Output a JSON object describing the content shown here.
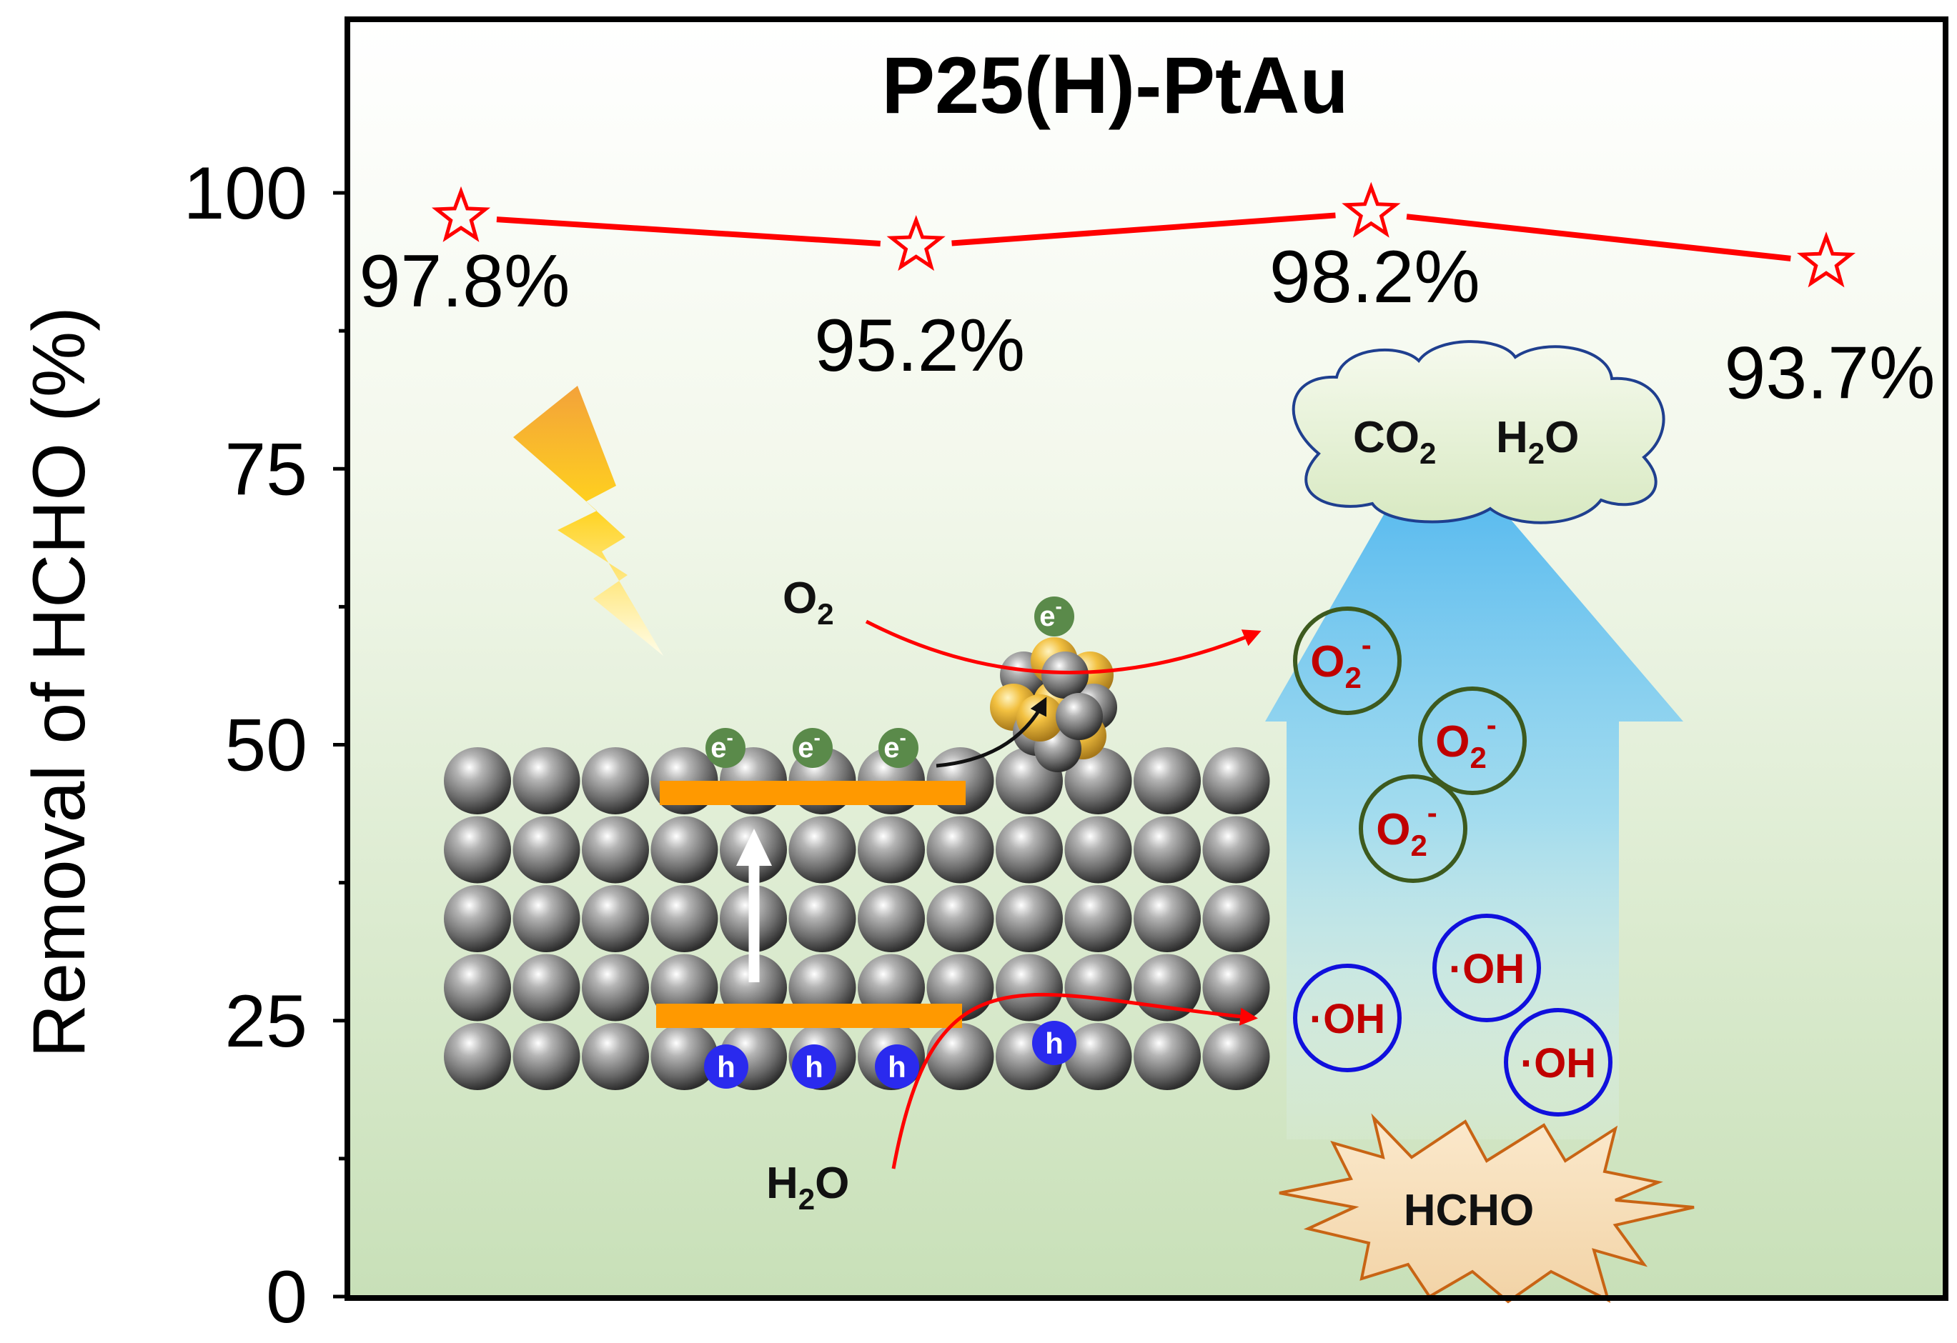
{
  "chart_data": {
    "type": "line",
    "title": "P25(H)-PtAu",
    "ylabel": "Removal of HCHO (%)",
    "xlabel": "",
    "ylim": [
      0,
      115
    ],
    "yticks": [
      0,
      25,
      50,
      75,
      100
    ],
    "grid": false,
    "series": [
      {
        "values": [
          97.8,
          95.2,
          98.2,
          93.7
        ],
        "labels": [
          "97.8%",
          "95.2%",
          "98.2%",
          "93.7%"
        ],
        "color": "#ff0000",
        "marker": "star"
      }
    ]
  },
  "annotations": {
    "cloud_co2_main": "CO",
    "cloud_co2_sub": "2",
    "cloud_h2o_main": "H",
    "cloud_h2o_sub": "2",
    "cloud_h2o_tail": "O",
    "o2_main": "O",
    "o2_sub": "2",
    "h2o_main": "H",
    "h2o_sub": "2",
    "h2o_tail": "O",
    "superoxide_main": "O",
    "superoxide_sub": "2",
    "superoxide_sup": "-",
    "hydroxyl": "·OH",
    "electron_main": "e",
    "electron_sup": "-",
    "hole": "h",
    "hcho": "HCHO"
  },
  "colors": {
    "series": "#ff0000",
    "electron": "#5a8a4a",
    "hole": "#2a2aee",
    "superoxide_ring": "#3d5a1e",
    "radical_text": "#c00000",
    "hydroxyl_ring": "#1010dd",
    "band": "#ff9900",
    "cloud_stroke": "#1f3f8f",
    "burst_stroke": "#c86414"
  }
}
